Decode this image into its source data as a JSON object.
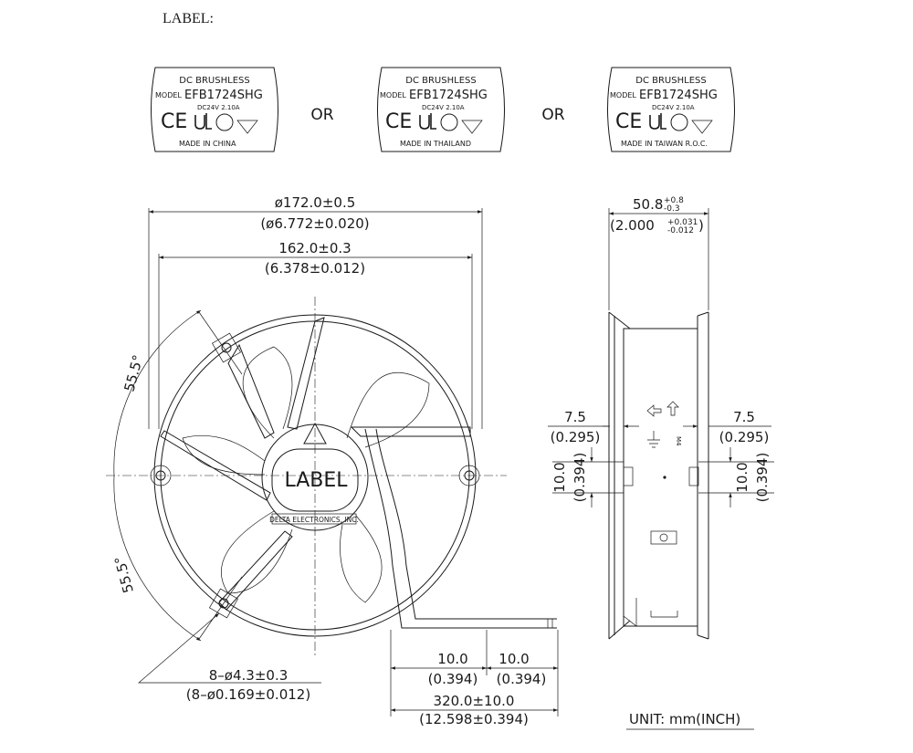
{
  "header": {
    "title": "LABEL:"
  },
  "labels": [
    {
      "line1": "DC BRUSHLESS",
      "model_prefix": "MODEL",
      "model": "EFB1724SHG",
      "rating": "DC24V   2.10A",
      "marks": "CE",
      "origin": "MADE IN CHINA"
    },
    {
      "line1": "DC BRUSHLESS",
      "model_prefix": "MODEL",
      "model": "EFB1724SHG",
      "rating": "DC24V   2.10A",
      "marks": "CE",
      "origin": "MADE IN THAILAND"
    },
    {
      "line1": "DC BRUSHLESS",
      "model_prefix": "MODEL",
      "model": "EFB1724SHG",
      "rating": "DC24V   2.10A",
      "marks": "CE",
      "origin": "MADE IN TAIWAN  R.O.C."
    }
  ],
  "separators": [
    "OR",
    "OR"
  ],
  "front_view": {
    "dim_outer_mm": "ø172.0±0.5",
    "dim_outer_in": "(ø6.772±0.020)",
    "dim_hole_mm": "162.0±0.3",
    "dim_hole_in": "(6.378±0.012)",
    "angle_top": "55.5°",
    "angle_bottom": "55.5°",
    "hub_label": "LABEL",
    "hub_brand": "DELTA ELECTRONICS, INC.",
    "holes_mm": "8–ø4.3±0.3",
    "holes_in": "(8–ø0.169±0.012)",
    "lead_pitch1_mm": "10.0",
    "lead_pitch1_in": "(0.394)",
    "lead_pitch2_mm": "10.0",
    "lead_pitch2_in": "(0.394)",
    "lead_len_mm": "320.0±10.0",
    "lead_len_in": "(12.598±0.394)"
  },
  "side_view": {
    "depth_mm": "50.8",
    "depth_tol_plus": "+0.8",
    "depth_tol_minus": "-0.3",
    "depth_in": "(2.000",
    "depth_in_tol_plus": "+0.031",
    "depth_in_tol_minus": "-0.012",
    "depth_in_close": ")",
    "left_flange_mm": "7.5",
    "left_flange_in": "(0.295)",
    "right_flange_mm": "7.5",
    "right_flange_in": "(0.295)",
    "left_slot_mm": "10.0",
    "left_slot_in": "(0.394)",
    "right_slot_mm": "10.0",
    "right_slot_in": "(0.394)",
    "screw_mark": "M4",
    "airflow_arrow": "arrow-left-icon",
    "rotation_arrow": "arrow-up-icon"
  },
  "unit_note": "UNIT:  mm(INCH)"
}
